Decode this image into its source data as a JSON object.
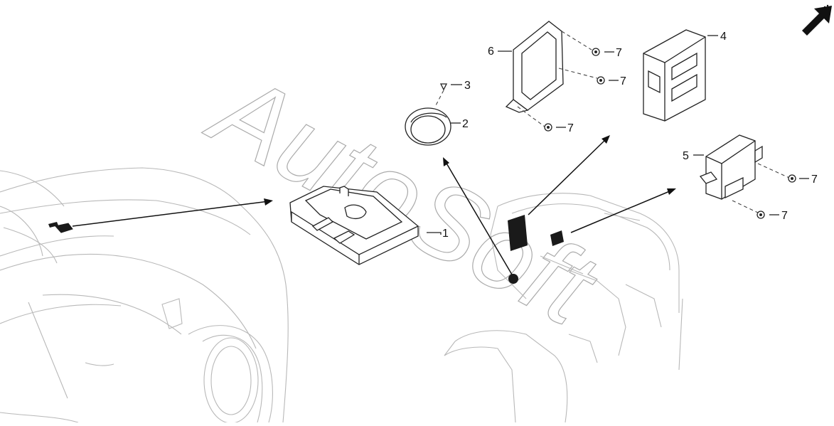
{
  "diagram": {
    "watermark": "AutoSoft",
    "callouts": [
      {
        "id": "callout-1",
        "label": "1"
      },
      {
        "id": "callout-2",
        "label": "2"
      },
      {
        "id": "callout-3",
        "label": "3"
      },
      {
        "id": "callout-4",
        "label": "4"
      },
      {
        "id": "callout-5",
        "label": "5"
      },
      {
        "id": "callout-6",
        "label": "6"
      },
      {
        "id": "callout-7a",
        "label": "7"
      },
      {
        "id": "callout-7b",
        "label": "7"
      },
      {
        "id": "callout-7c",
        "label": "7"
      },
      {
        "id": "callout-7d",
        "label": "7"
      },
      {
        "id": "callout-7e",
        "label": "7"
      }
    ]
  },
  "icons": {
    "front_direction": "front-arrow-icon"
  },
  "colors": {
    "line": "#222222",
    "faint_line": "#b8b8b8",
    "fill_dark": "#1a1a1a"
  }
}
